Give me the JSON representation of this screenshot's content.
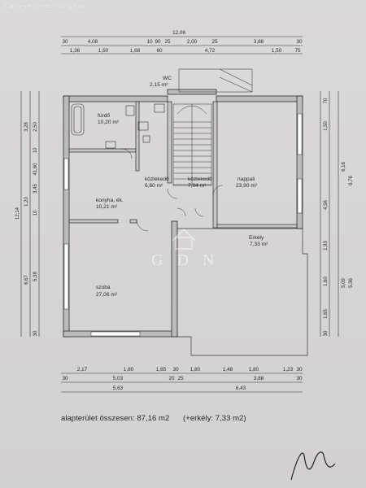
{
  "watermark": {
    "top_text": "@lakberendeles.hu/ingatlan",
    "logo_text": "G D N"
  },
  "dims": {
    "top_total": "12,06",
    "top_row1": [
      "30",
      "4,08",
      "10",
      "90",
      "25",
      "2,00",
      "25",
      "3,88",
      "30"
    ],
    "top_row2": [
      "1,36",
      "1,50",
      "1,68",
      "60",
      "4,72",
      "1,50",
      "75"
    ],
    "bottom_row1": [
      "2,17",
      "1,80",
      "1,65",
      "30",
      "1,80",
      "1,48",
      "1,80",
      "1,23",
      "30"
    ],
    "bottom_row2": [
      "30",
      "5,03",
      "20",
      "25",
      "3,88",
      "30"
    ],
    "bottom_row3": [
      "5,63",
      "6,43"
    ],
    "left_outer": "12,14",
    "left_col1": [
      "2,50",
      "10",
      "41,60",
      "3,45",
      "10",
      "5,38",
      "30"
    ],
    "left_col2": [
      "3,28",
      "1,20",
      "6,67"
    ],
    "right_col1": [
      "70",
      "1,50",
      "4,56",
      "1,93",
      "1,60",
      "1,65",
      "30"
    ],
    "right_col2": [
      "6,16",
      "6,76",
      "5,09",
      "5,36"
    ]
  },
  "rooms": {
    "wc": {
      "name": "WC",
      "area": "2,15 m²"
    },
    "bath": {
      "name": "fürdő",
      "area": "10,20 m²"
    },
    "hall1": {
      "name": "közlekedő",
      "area": "6,60 m²"
    },
    "hall2": {
      "name": "közlekedő",
      "area": "7,04 m²"
    },
    "living": {
      "name": "nappali",
      "area": "23,90 m²"
    },
    "kitchen": {
      "name": "konyha, ék.",
      "area": "10,21 m²"
    },
    "balcony": {
      "name": "Erkély",
      "area": "7,33 m²"
    },
    "room": {
      "name": "szoba",
      "area": "27,06 m²"
    }
  },
  "summary": {
    "total": "alapterület összesen: 87,16 m2",
    "balcony": "(+erkély: 7,33 m2)"
  },
  "signature": "signature"
}
